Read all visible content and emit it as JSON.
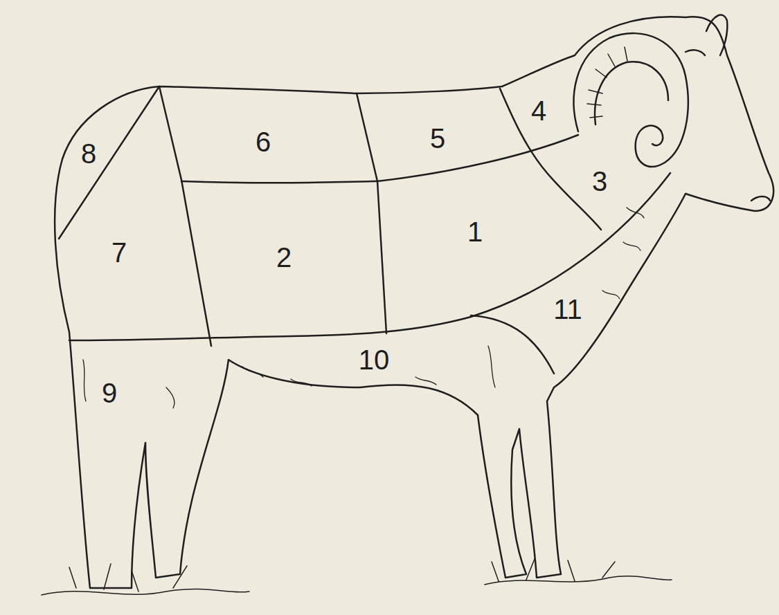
{
  "diagram": {
    "labels": [
      "8",
      "6",
      "5",
      "4",
      "3",
      "7",
      "2",
      "1",
      "11",
      "9",
      "10"
    ]
  }
}
